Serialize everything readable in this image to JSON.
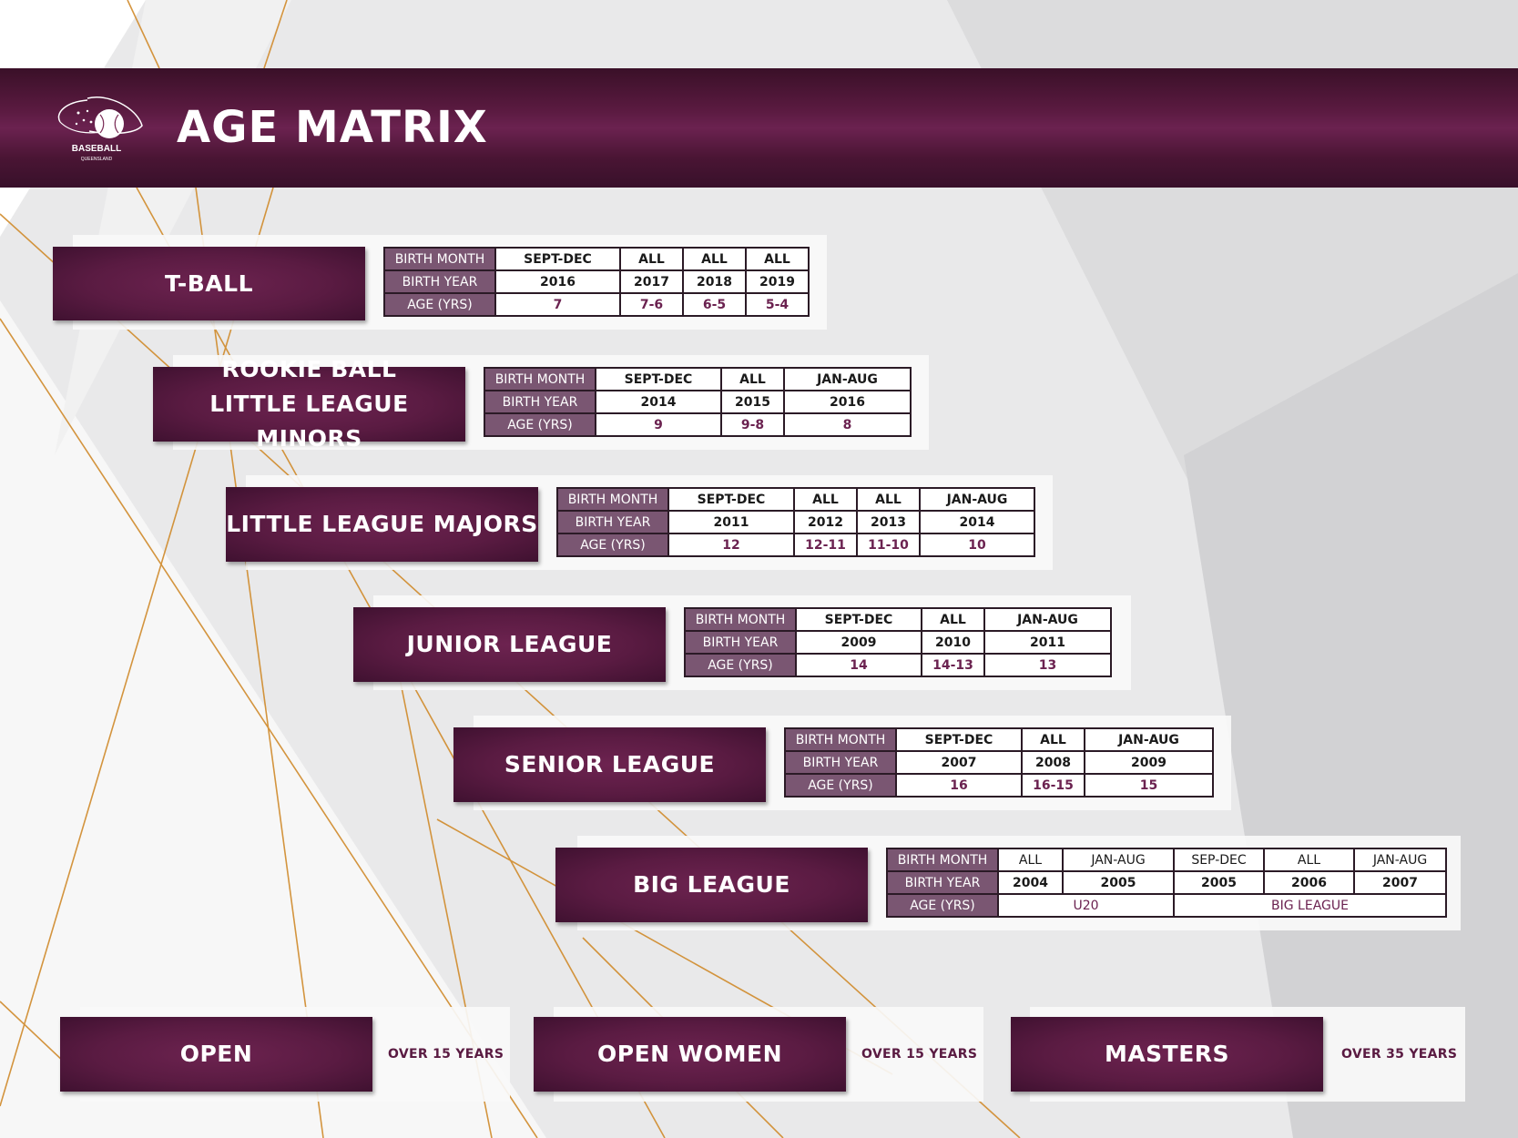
{
  "header": {
    "title": "AGE MATRIX",
    "logo_text": "BASEBALL",
    "logo_subtext": "QUEENSLAND"
  },
  "row_labels": {
    "month": "BIRTH MONTH",
    "year": "BIRTH YEAR",
    "age": "AGE (YRS)"
  },
  "divisions": [
    {
      "name_lines": [
        "T-BALL"
      ],
      "months": [
        "SEPT-DEC",
        "ALL",
        "ALL",
        "ALL"
      ],
      "years": [
        "2016",
        "2017",
        "2018",
        "2019"
      ],
      "ages": [
        "7",
        "7-6",
        "6-5",
        "5-4"
      ]
    },
    {
      "name_lines": [
        "ROOKIE BALL",
        "LITTLE LEAGUE MINORS"
      ],
      "months": [
        "SEPT-DEC",
        "ALL",
        "JAN-AUG"
      ],
      "years": [
        "2014",
        "2015",
        "2016"
      ],
      "ages": [
        "9",
        "9-8",
        "8"
      ]
    },
    {
      "name_lines": [
        "LITTLE LEAGUE MAJORS"
      ],
      "months": [
        "SEPT-DEC",
        "ALL",
        "ALL",
        "JAN-AUG"
      ],
      "years": [
        "2011",
        "2012",
        "2013",
        "2014"
      ],
      "ages": [
        "12",
        "12-11",
        "11-10",
        "10"
      ]
    },
    {
      "name_lines": [
        "JUNIOR LEAGUE"
      ],
      "months": [
        "SEPT-DEC",
        "ALL",
        "JAN-AUG"
      ],
      "years": [
        "2009",
        "2010",
        "2011"
      ],
      "ages": [
        "14",
        "14-13",
        "13"
      ]
    },
    {
      "name_lines": [
        "SENIOR LEAGUE"
      ],
      "months": [
        "SEPT-DEC",
        "ALL",
        "JAN-AUG"
      ],
      "years": [
        "2007",
        "2008",
        "2009"
      ],
      "ages": [
        "16",
        "16-15",
        "15"
      ]
    },
    {
      "name_lines": [
        "BIG LEAGUE"
      ],
      "months": [
        "ALL",
        "JAN-AUG",
        "SEP-DEC",
        "ALL",
        "JAN-AUG"
      ],
      "years": [
        "2004",
        "2005",
        "2005",
        "2006",
        "2007"
      ],
      "ages": [
        "U20",
        "BIG LEAGUE"
      ]
    }
  ],
  "open_divisions": [
    {
      "name": "OPEN",
      "note": "OVER 15 YEARS"
    },
    {
      "name": "OPEN WOMEN",
      "note": "OVER 15 YEARS"
    },
    {
      "name": "MASTERS",
      "note": "OVER 35 YEARS"
    }
  ],
  "colors": {
    "maroon": "#5a1b42",
    "header_cell": "#7a5672",
    "accent_line": "#d08a2a"
  }
}
